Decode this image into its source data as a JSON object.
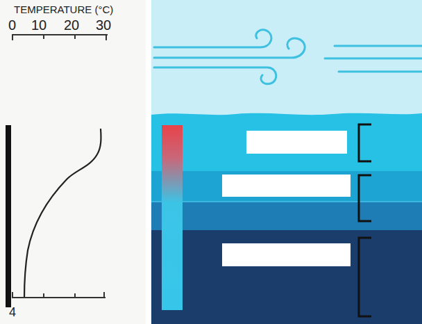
{
  "diagram": {
    "labels": [
      "TEMPERATURE (°C)",
      "0",
      "10",
      "20",
      "30",
      "4"
    ]
  }
}
